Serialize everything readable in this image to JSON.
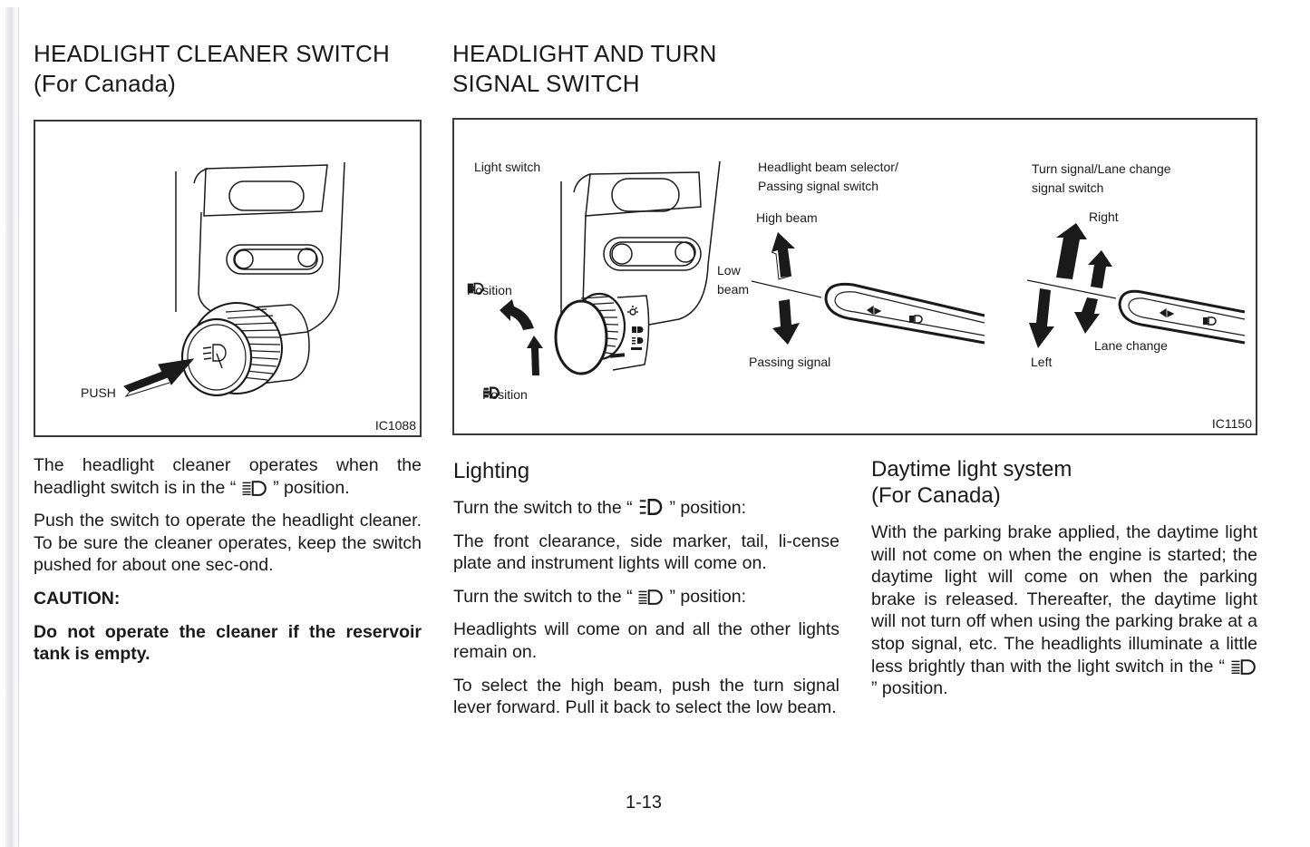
{
  "left_section": {
    "title_line1": "HEADLIGHT CLEANER SWITCH",
    "title_line2": "(For Canada)",
    "figure": {
      "push_label": "PUSH",
      "code": "IC1088"
    },
    "para1_a": "The headlight cleaner operates when the headlight switch is in the “",
    "para1_b": "” position.",
    "para2": "Push the switch to operate the headlight cleaner. To be sure the cleaner operates, keep the switch pushed for about one sec-ond.",
    "caution_label": "CAUTION:",
    "caution_text": "Do not operate the cleaner if the reservoir tank is empty."
  },
  "right_section": {
    "title_line1": "HEADLIGHT AND TURN",
    "title_line2": "SIGNAL SWITCH",
    "figure": {
      "light_switch_label": "Light switch",
      "headlight_position_label": "Position",
      "parking_position_label": "Position",
      "beam_selector_line1": "Headlight beam selector/",
      "beam_selector_line2": "Passing signal switch",
      "high_beam_label": "High beam",
      "low_beam_line1": "Low",
      "low_beam_line2": "beam",
      "passing_signal_label": "Passing signal",
      "turn_signal_line1": "Turn signal/Lane change",
      "turn_signal_line2": "signal switch",
      "right_label": "Right",
      "left_label": "Left",
      "lane_change_label": "Lane change",
      "code": "IC1150"
    }
  },
  "lighting": {
    "title": "Lighting",
    "step1_a": "Turn the switch to the “",
    "step1_b": "” position:",
    "step1_desc": "The front clearance, side marker, tail, li-cense plate and instrument lights will come on.",
    "step2_a": "Turn the switch to the “",
    "step2_b": "” position:",
    "step2_desc": "Headlights will come on and all the other lights remain on.",
    "high_beam_desc": "To select the high beam, push the turn signal lever forward. Pull it back to select the low beam."
  },
  "daytime": {
    "title_line1": "Daytime light system",
    "title_line2": "(For Canada)",
    "para_a": "With the parking brake applied, the daytime light will not come on when the engine is started; the daytime light will come on when the parking brake is released. Thereafter, the daytime light will not turn off when using the parking brake at a stop signal, etc. The headlights illuminate a little less brightly than with the light switch in the “",
    "para_b": "” position."
  },
  "icons": {
    "headlight": "headlight-on-icon",
    "parking": "parking-light-icon"
  },
  "page_number": "1-13"
}
